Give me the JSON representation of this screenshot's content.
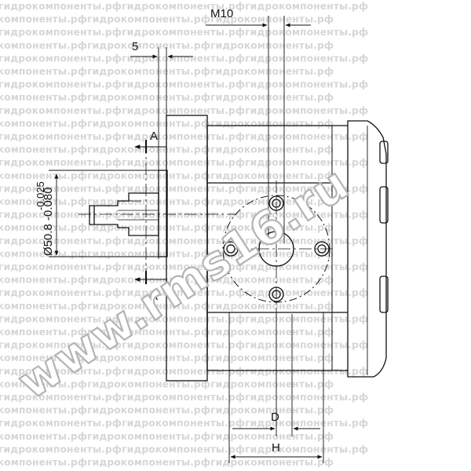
{
  "watermark": {
    "row_text": "гидрокомпоненты.рфгидрокомпоненты.рфгидрокомпоненты.рф",
    "url": "www.rms16.ru",
    "row_color": "#d6d6d6",
    "url_stroke": "#b4b4b4"
  },
  "labels": {
    "thread": "M10",
    "offset": "5",
    "section_top": "A",
    "section_bottom": "A",
    "tol_upper": "-0.025",
    "shaft_diameter": "Ø50.8 -0.080",
    "dim_d": "D",
    "dim_h": "H"
  },
  "colors": {
    "line": "#111111",
    "background": "#ffffff"
  }
}
